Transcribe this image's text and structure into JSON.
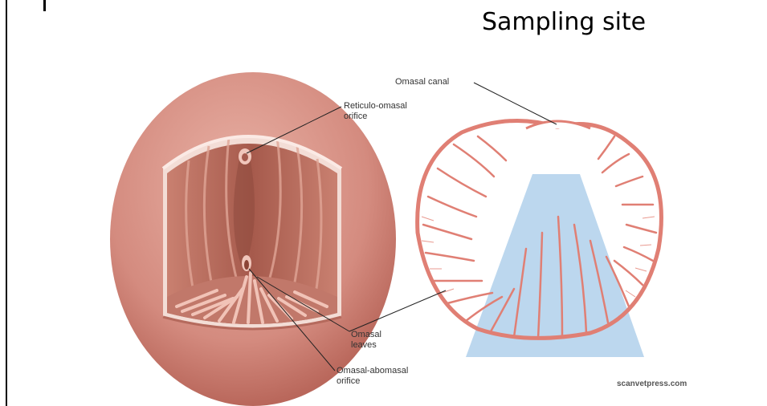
{
  "slide": {
    "title": "Sampling site"
  },
  "labels": {
    "omasal_canal": "Omasal canal",
    "reticulo_omasal_1": "Reticulo-omasal",
    "reticulo_omasal_2": "orifice",
    "omasal_leaves_1": "Omasal",
    "omasal_leaves_2": "leaves",
    "omasal_abomasal_1": "Omasal-abomasal",
    "omasal_abomasal_2": "orifice"
  },
  "credit": "scanvetpress.com",
  "colors": {
    "organ_outer": "#d8958a",
    "organ_inner": "#b06a5c",
    "leaf_stroke": "#e07f74",
    "sampling_region": "#bcd7ee"
  }
}
